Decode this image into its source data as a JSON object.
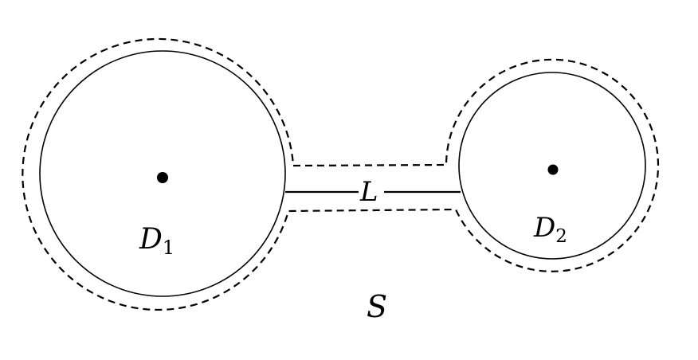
{
  "labels": {
    "d1_main": "D",
    "d1_sub": "1",
    "d2_main": "D",
    "d2_sub": "2",
    "link": "L",
    "surface": "S"
  },
  "colors": {
    "stroke": "#000000",
    "background": "#ffffff"
  }
}
